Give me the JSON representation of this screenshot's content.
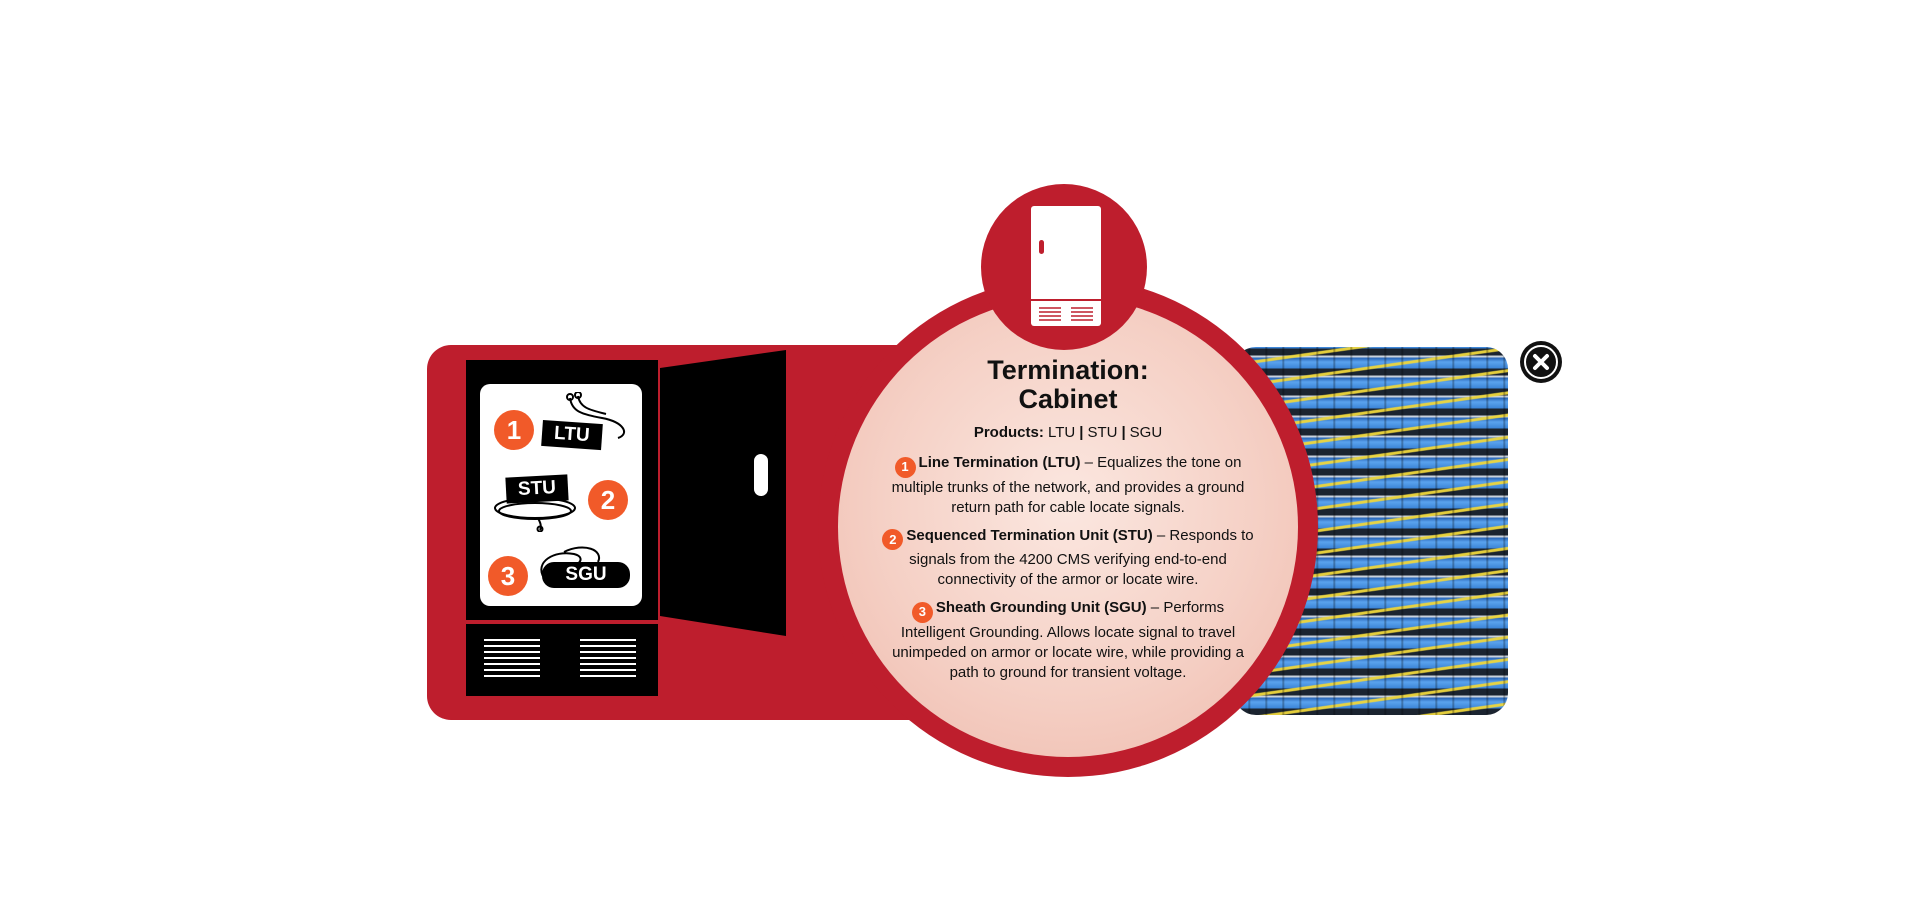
{
  "panel": {
    "title_line1": "Termination:",
    "title_line2": "Cabinet",
    "products_label": "Products:",
    "products": [
      "LTU",
      "STU",
      "SGU"
    ]
  },
  "items": [
    {
      "number": "1",
      "name": "Line Termination (LTU)",
      "description": " – Equalizes the tone on multiple trunks of the network, and provides a ground return path for cable locate signals."
    },
    {
      "number": "2",
      "name": "Sequenced Termination Unit (STU)",
      "description": " – Responds to signals from the 4200 CMS verifying end-to-end connectivity of the armor or locate wire."
    },
    {
      "number": "3",
      "name": "Sheath Grounding Unit (SGU)",
      "description": " – Performs Intelligent Grounding. Allows locate signal to travel unimpeded on armor or locate wire, while providing a path to ground for transient voltage."
    }
  ],
  "illustration": {
    "devices": [
      {
        "number": "1",
        "label": "LTU"
      },
      {
        "number": "2",
        "label": "STU"
      },
      {
        "number": "3",
        "label": "SGU"
      }
    ]
  },
  "icons": {
    "close": "close-icon",
    "cabinet": "cabinet-icon"
  },
  "colors": {
    "brand_red": "#be1e2d",
    "badge_orange": "#f15a29"
  }
}
